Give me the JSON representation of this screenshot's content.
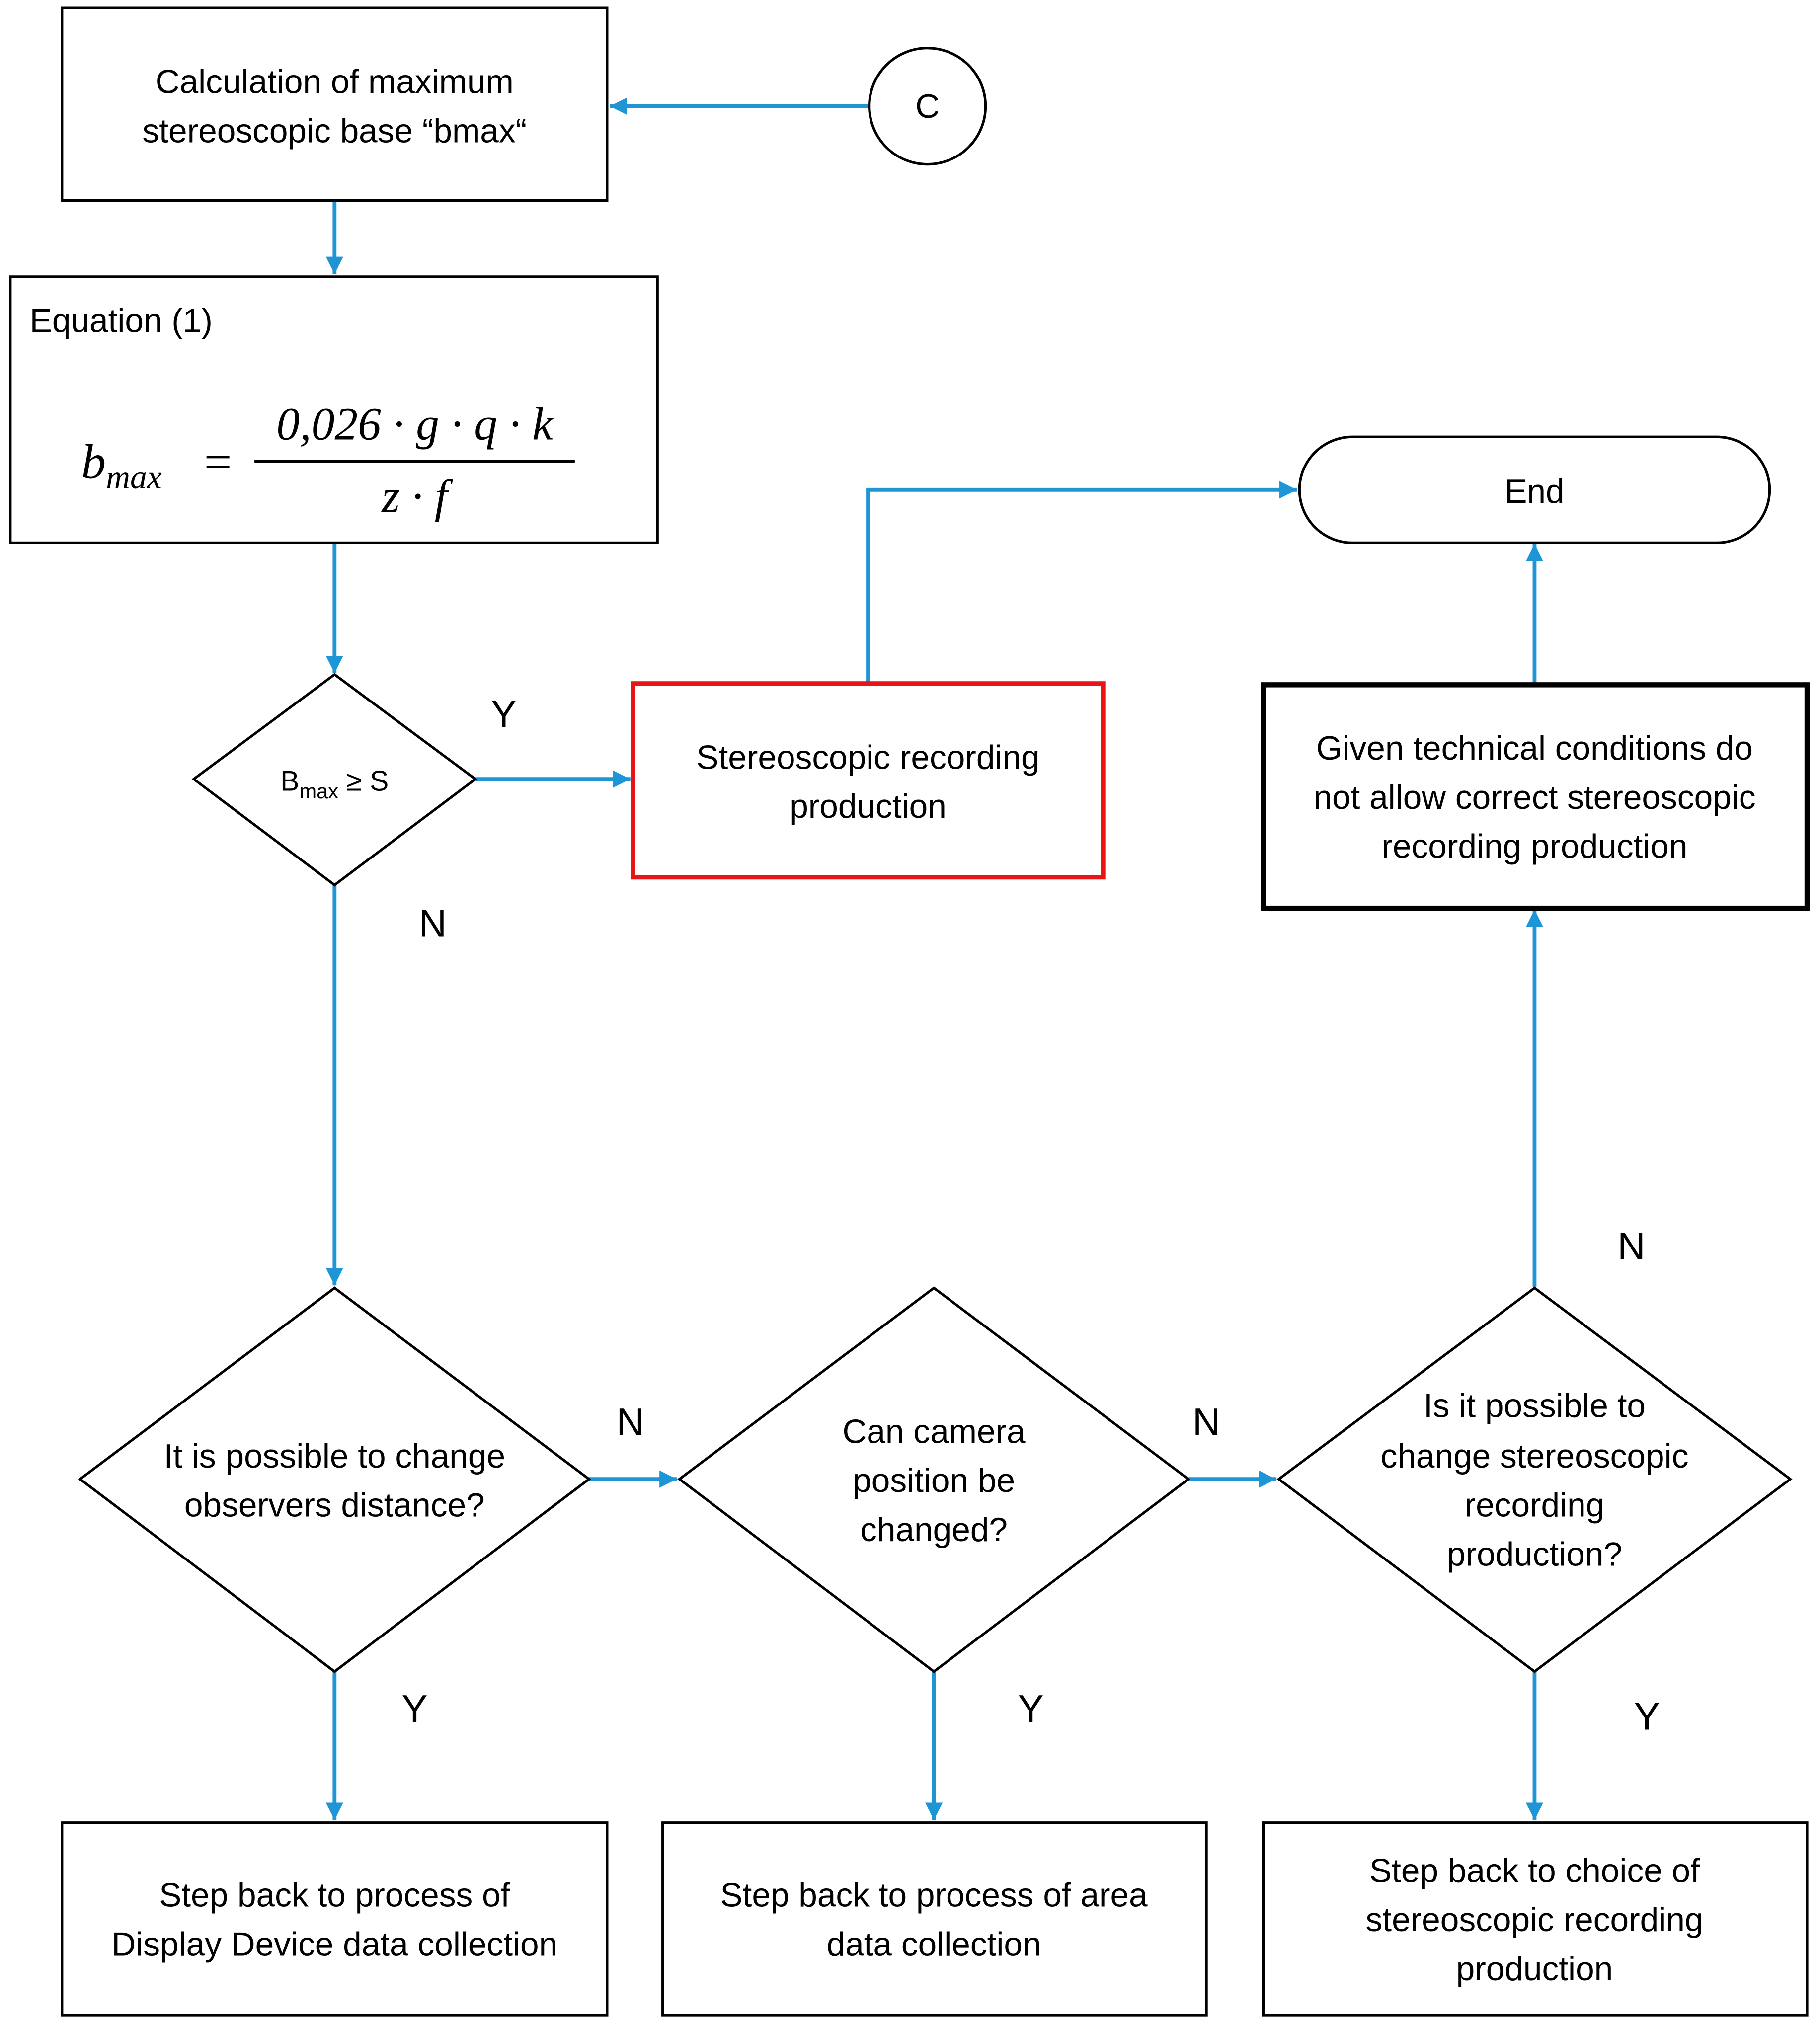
{
  "colors": {
    "arrow": "#1e96d6",
    "stroke": "#000000",
    "highlight": "#e81416",
    "background": "#ffffff"
  },
  "nodes": {
    "calc": {
      "line1": "Calculation of maximum",
      "line2": "stereoscopic base “bmax“"
    },
    "connector": {
      "label": "C"
    },
    "equation": {
      "title": "Equation (1)",
      "lhs_base": "b",
      "lhs_sub": "max",
      "equals": "=",
      "numerator": "0,026 · g · q · k",
      "denominator": "z · f"
    },
    "decision_bmax": {
      "base": "B",
      "sub": "max",
      "rest": " ≥ S"
    },
    "recording": {
      "line1": "Stereoscopic recording",
      "line2": "production"
    },
    "end": {
      "label": "End"
    },
    "given": {
      "line1": "Given technical conditions do",
      "line2": "not allow correct stereoscopic",
      "line3": "recording production"
    },
    "q_observers": {
      "line1": "It is possible to change",
      "line2": "observers distance?"
    },
    "q_camera": {
      "line1": "Can camera",
      "line2": "position be",
      "line3": "changed?"
    },
    "q_production": {
      "line1": "Is it possible to",
      "line2": "change stereoscopic",
      "line3": "recording",
      "line4": "production?"
    },
    "step_display": {
      "line1": "Step back to process of",
      "line2": "Display Device data collection"
    },
    "step_area": {
      "line1": "Step back to process of area",
      "line2": "data collection"
    },
    "step_choice": {
      "line1": "Step back to choice of",
      "line2": "stereoscopic recording",
      "line3": "production"
    }
  },
  "edge_labels": {
    "bmax_yes": "Y",
    "bmax_no": "N",
    "observers_no": "N",
    "camera_no": "N",
    "production_no": "N",
    "observers_yes": "Y",
    "camera_yes": "Y",
    "production_yes": "Y"
  }
}
